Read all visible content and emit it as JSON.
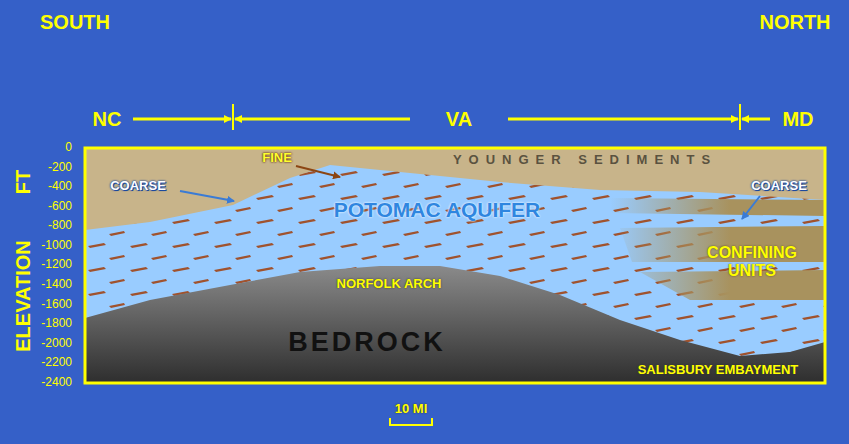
{
  "diagram": {
    "labels": [
      "SOUTH",
      "NORTH",
      "NC",
      "VA",
      "MD",
      "ELEVATION",
      "FT",
      "0",
      "-200",
      "-400",
      "-600",
      "-800",
      "-1000",
      "-1200",
      "-1400",
      "-1600",
      "-1800",
      "-2000",
      "-2200",
      "-2400",
      "YOUNGER SEDIMENTS",
      "FINE",
      "COARSE",
      "COARSE",
      "POTOMAC AQUIFER",
      "CONFINING UNITS",
      "NORFOLK ARCH",
      "BEDROCK",
      "SALISBURY EMBAYMENT",
      "10 MI"
    ]
  }
}
